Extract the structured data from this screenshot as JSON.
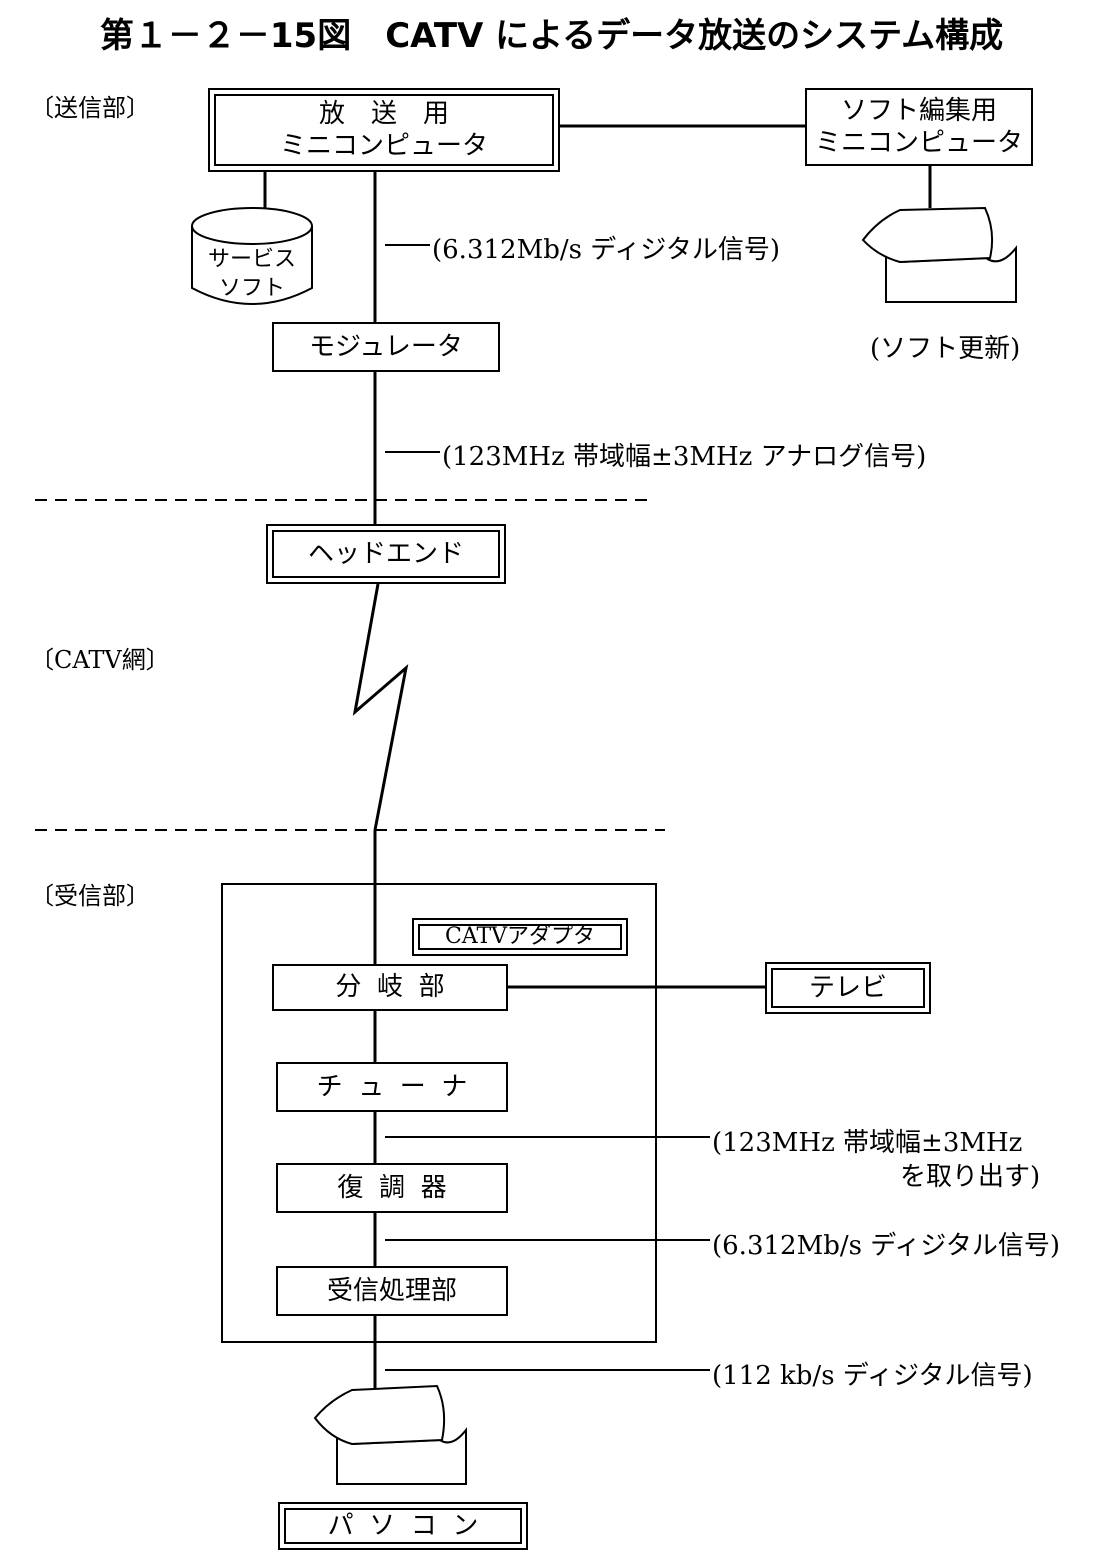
{
  "title": "第１－２－15図　CATV によるデータ放送のシステム構成",
  "sections": {
    "sender": "〔送信部〕",
    "network": "〔CATV網〕",
    "receiver": "〔受信部〕"
  },
  "nodes": {
    "broadcast_line1": "放　送　用",
    "broadcast_line2": "ミニコンピュータ",
    "edit_line1": "ソフト編集用",
    "edit_line2": "ミニコンピュータ",
    "service_line1": "サービス",
    "service_line2": "ソフト",
    "modulator": "モジュレータ",
    "headend": "ヘッドエンド",
    "adapter": "CATVアダプタ",
    "splitter": "分岐部",
    "tv": "テレビ",
    "tuner": "チューナ",
    "demodulator": "復調器",
    "rx_processor": "受信処理部",
    "pc": "パソコン"
  },
  "annotations": {
    "digital_6312_top": "(6.312Mb/s ディジタル信号)",
    "analog_123": "(123MHz 帯域幅±3MHz アナログ信号)",
    "soft_update": "(ソフト更新)",
    "extract_line1": "(123MHz 帯域幅±3MHz",
    "extract_line2": "を取り出す)",
    "digital_6312_bottom": "(6.312Mb/s ディジタル信号)",
    "digital_112": "(112 kb/s ディジタル信号)"
  }
}
